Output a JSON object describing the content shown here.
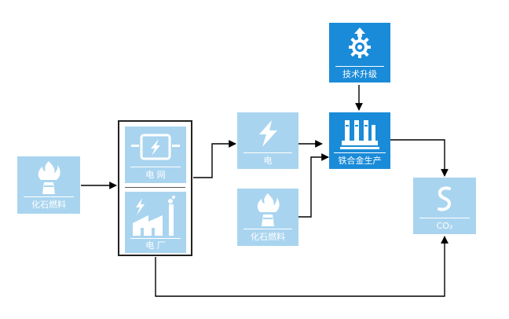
{
  "nodes": {
    "fossil_left": {
      "label": "化石燃料",
      "icon": "flame-chimney-icon"
    },
    "grid": {
      "label": "电 网",
      "icon": "lightning-screen-icon"
    },
    "plant": {
      "label": "电 厂",
      "icon": "power-plant-icon"
    },
    "power": {
      "label": "电",
      "icon": "lightning-icon"
    },
    "fossil_mid": {
      "label": "化石燃料",
      "icon": "flame-chimney-icon"
    },
    "tech": {
      "label": "技术升级",
      "icon": "gear-upgrade-icon"
    },
    "ferro": {
      "label": "铁合金生产",
      "icon": "factory-icon"
    },
    "co2": {
      "label": "CO₂",
      "icon": "s-curve-icon"
    }
  },
  "colors": {
    "pale": "#a9d4ef",
    "strong": "#1a8bd8",
    "line": "#000000",
    "bg": "#ffffff"
  }
}
